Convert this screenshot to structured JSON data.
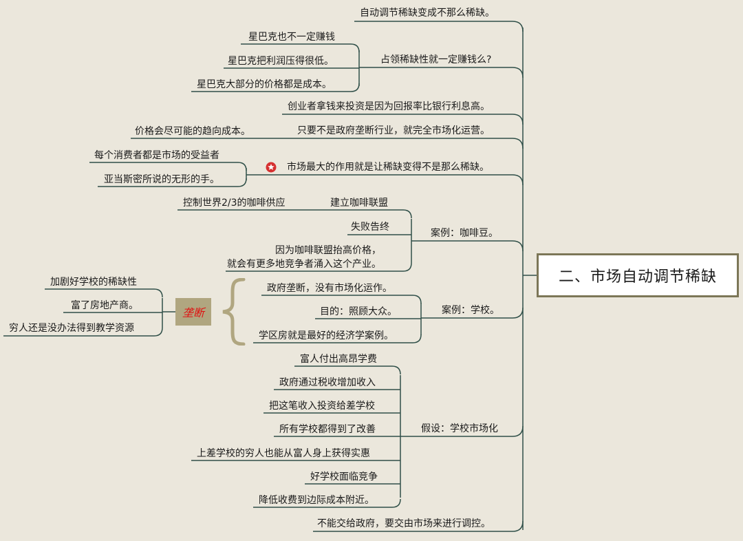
{
  "root": "二、市场自动调节稀缺",
  "branches": {
    "b1": "自动调节稀缺变成不那么稀缺。",
    "b2": "占领稀缺性就一定赚钱么?",
    "b2_children": [
      "星巴克也不一定赚钱",
      "星巴克把利润压得很低。",
      "星巴克大部分的价格都是成本。"
    ],
    "b3": "创业者拿钱来投资是因为回报率比银行利息高。",
    "b4": "只要不是政府垄断行业，就完全市场化运营。",
    "b4_child": "价格会尽可能的趋向成本。",
    "b5": "市场最大的作用就是让稀缺变得不是那么稀缺。",
    "b5_children": [
      "每个消费者都是市场的受益者",
      "亚当斯密所说的无形的手。"
    ],
    "b6": "案例：咖啡豆。",
    "b6_children": [
      "建立咖啡联盟",
      "失败告终",
      "因为咖啡联盟抬高价格，\n就会有更多地竞争者涌入这个产业。"
    ],
    "b6_sub": "控制世界2/3的咖啡供应",
    "b7": "案例：学校。",
    "b7_children": [
      "政府垄断，没有市场化运作。",
      "目的：照顾大众。",
      "学区房就是最好的经济学案例。"
    ],
    "b7_tag": "垄断",
    "b7_tag_children": [
      "加剧好学校的稀缺性",
      "富了房地产商。",
      "穷人还是没办法得到教学资源"
    ],
    "b8": "假设：学校市场化",
    "b8_children": [
      "富人付出高昂学费",
      "政府通过税收增加收入",
      "把这笔收入投资给差学校",
      "所有学校都得到了改善",
      "上差学校的穷人也能从富人身上获得实惠",
      "好学校面临竞争",
      "降低收费到边际成本附近。"
    ],
    "b9": "不能交给政府，要交由市场来进行调控。"
  },
  "colors": {
    "background": "#ebe7dc",
    "line": "#2f4f48",
    "root_border": "#7c7657",
    "tag_bg": "#b0a680",
    "tag_text": "#e01010",
    "star": "#d63030"
  },
  "icons": {
    "star": "star-icon",
    "brace": "curly-brace"
  }
}
